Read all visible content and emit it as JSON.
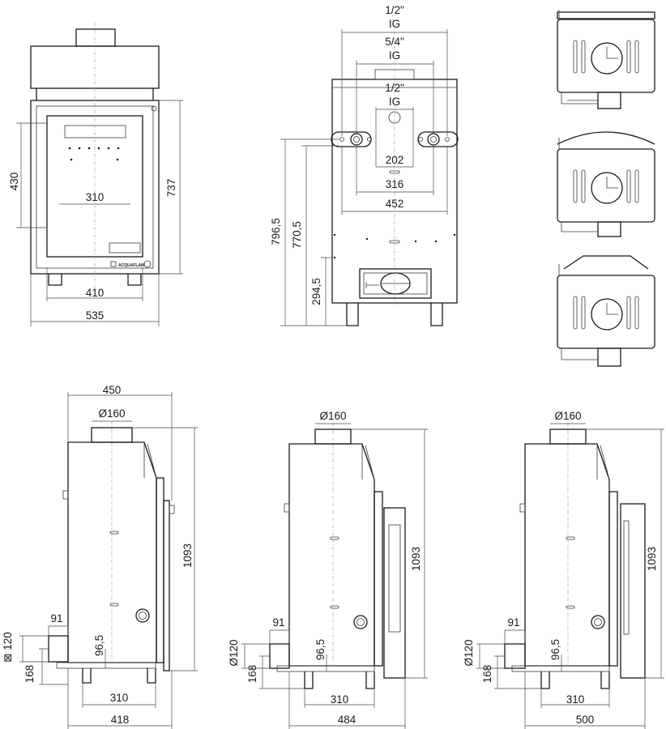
{
  "front_view": {
    "width_overall": "535",
    "width_base": "410",
    "glass_width": "310",
    "glass_height": "430",
    "height_overall": "737",
    "brand_mark": "ACQUAFLAM"
  },
  "rear_view": {
    "conn_top": "1/2\"",
    "conn_top_type": "IG",
    "conn_mid": "5/4\"",
    "conn_mid_type": "IG",
    "conn_low": "1/2\"",
    "conn_low_type": "IG",
    "spacing_inner": "202",
    "spacing_mid": "316",
    "spacing_outer": "452",
    "height_a": "796,5",
    "height_b": "770,5",
    "height_c": "294,5"
  },
  "side_views": [
    {
      "flue_dia": "Ø160",
      "depth_top": "450",
      "height": "1093",
      "inlet_offset": "91",
      "inlet_size": "⊠ 120",
      "inlet_height": "168",
      "inlet_axis": "96,5",
      "feet_spacing": "310",
      "depth_overall": "418"
    },
    {
      "flue_dia": "Ø160",
      "height": "1093",
      "inlet_offset": "91",
      "inlet_size": "Ø120",
      "inlet_height": "168",
      "inlet_axis": "96,5",
      "feet_spacing": "310",
      "depth_overall": "484"
    },
    {
      "flue_dia": "Ø160",
      "height": "1093",
      "inlet_offset": "91",
      "inlet_size": "Ø120",
      "inlet_height": "168",
      "inlet_axis": "96,5",
      "feet_spacing": "310",
      "depth_overall": "500"
    }
  ]
}
